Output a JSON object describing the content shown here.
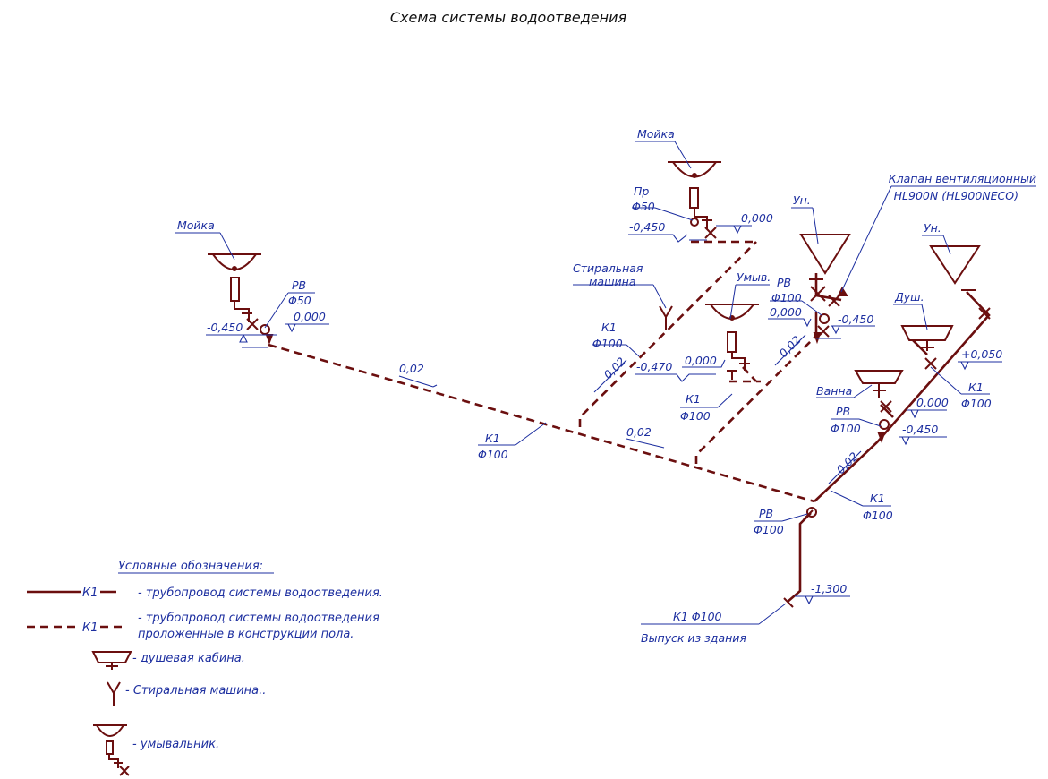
{
  "title": "Схема системы водоотведения",
  "fixtures": {
    "sink_left": "Мойка",
    "sink_top": "Мойка",
    "washer": [
      "Стиральная",
      "машина"
    ],
    "washbasin": "Умыв.",
    "bath": "Ванна",
    "shower": "Душ.",
    "wc1": "Ун.",
    "wc2": "Ун."
  },
  "valve": [
    "Клапан вентиляционный",
    "HL900N (HL900NECO)"
  ],
  "labels": {
    "rv": "РВ",
    "pr": "Пр",
    "k1": "К1",
    "d50": "Φ50",
    "d100": "Φ100",
    "slope": "0,02"
  },
  "elevations": {
    "e_m0450": "-0,450",
    "e_0000": "0,000",
    "e_m0470": "-0,470",
    "e_p0050": "+0,050",
    "e_m1300": "-1,300"
  },
  "outlet": [
    "К1 Φ100",
    "Выпуск из здания"
  ],
  "legend": {
    "heading": "Условные обозначения:",
    "solid_code": "К1",
    "solid_desc": "- трубопровод системы водоотведения.",
    "dashed_code": "К1",
    "dashed_desc": [
      "- трубопровод системы водоотведения",
      "проложенные в конструкции пола."
    ],
    "shower_desc": "- душевая кабина.",
    "washer_desc": "- Стиральная машина..",
    "basin_desc": "- умывальник."
  }
}
